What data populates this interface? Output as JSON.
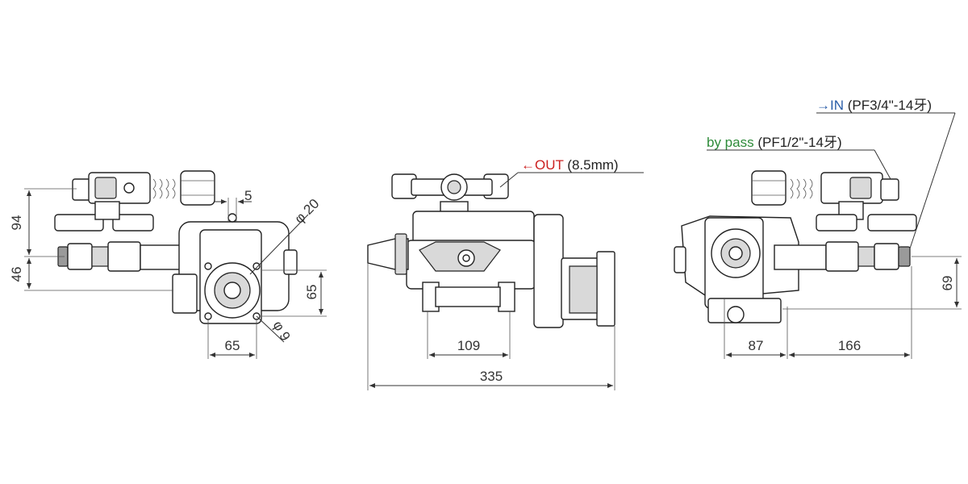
{
  "colors": {
    "line": "#333333",
    "out_label": "#cc2222",
    "in_label": "#2a5ea8",
    "bypass_label": "#2e8b3a",
    "body_fill": "#ffffff",
    "shade_fill": "#d9d9d9"
  },
  "left_view": {
    "dim_94": "94",
    "dim_46": "46",
    "dim_5": "5",
    "dim_phi20": "φ 20",
    "dim_65_vertical": "65",
    "dim_65_horizontal": "65",
    "dim_phi9": "φ 9"
  },
  "front_view": {
    "out_arrow": "←OUT",
    "out_spec": " (8.5mm)",
    "dim_109": "109",
    "dim_335": "335"
  },
  "right_view": {
    "in_arrow": "→IN",
    "in_spec": " (PF3/4\"-14牙)",
    "bypass_label": "by pass",
    "bypass_spec": " (PF1/2\"-14牙)",
    "dim_69": "69",
    "dim_87": "87",
    "dim_166": "166"
  }
}
